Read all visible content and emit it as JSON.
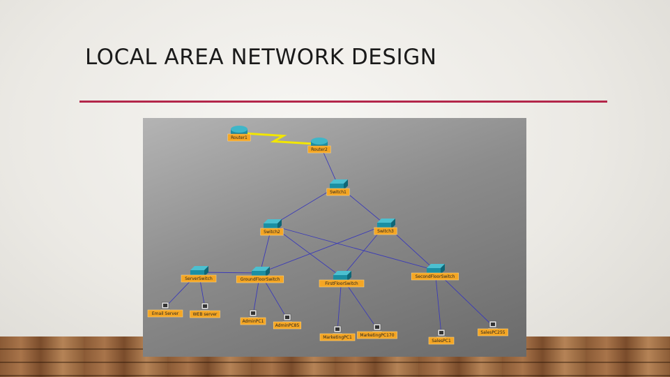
{
  "slide": {
    "title": "LOCAL AREA NETWORK DESIGN"
  },
  "colors": {
    "accent_rule": "#b3264a",
    "label_bg": "#f5a623",
    "link": "#3a3ab8",
    "serial_link": "#f2e600",
    "device": "#1b8fa3"
  },
  "diagram": {
    "nodes": [
      {
        "id": "r1",
        "label": "Router1",
        "type": "router"
      },
      {
        "id": "r2",
        "label": "Router2",
        "type": "router"
      },
      {
        "id": "s1",
        "label": "Switch1",
        "type": "switch"
      },
      {
        "id": "s2",
        "label": "Switch2",
        "type": "switch"
      },
      {
        "id": "s3",
        "label": "Switch3",
        "type": "switch"
      },
      {
        "id": "sv",
        "label": "ServerSwitch",
        "type": "switch"
      },
      {
        "id": "gf",
        "label": "GroundFloorSwitch",
        "type": "switch"
      },
      {
        "id": "ff",
        "label": "FirstFloorSwitch",
        "type": "switch"
      },
      {
        "id": "sf",
        "label": "SecondFloorSwitch",
        "type": "switch"
      },
      {
        "id": "em",
        "label": "Email Server",
        "type": "pc"
      },
      {
        "id": "wb",
        "label": "WEB server",
        "type": "pc"
      },
      {
        "id": "a1",
        "label": "AdminPC1",
        "type": "pc"
      },
      {
        "id": "a85",
        "label": "AdminPC85",
        "type": "pc"
      },
      {
        "id": "m1",
        "label": "MarketingPC1",
        "type": "pc"
      },
      {
        "id": "m170",
        "label": "MarketingPC170",
        "type": "pc"
      },
      {
        "id": "sl1",
        "label": "SalesPC1",
        "type": "pc"
      },
      {
        "id": "sl255",
        "label": "SalesPC255",
        "type": "pc"
      }
    ],
    "links": [
      [
        "r1",
        "r2",
        "serial"
      ],
      [
        "r2",
        "s1"
      ],
      [
        "s1",
        "s2"
      ],
      [
        "s1",
        "s3"
      ],
      [
        "s2",
        "gf"
      ],
      [
        "s2",
        "ff"
      ],
      [
        "s2",
        "sf"
      ],
      [
        "s3",
        "gf"
      ],
      [
        "s3",
        "ff"
      ],
      [
        "s3",
        "sf"
      ],
      [
        "sv",
        "gf"
      ],
      [
        "sv",
        "em"
      ],
      [
        "sv",
        "wb"
      ],
      [
        "gf",
        "a1"
      ],
      [
        "gf",
        "a85"
      ],
      [
        "ff",
        "m1"
      ],
      [
        "ff",
        "m170"
      ],
      [
        "sf",
        "sl1"
      ],
      [
        "sf",
        "sl255"
      ]
    ]
  }
}
